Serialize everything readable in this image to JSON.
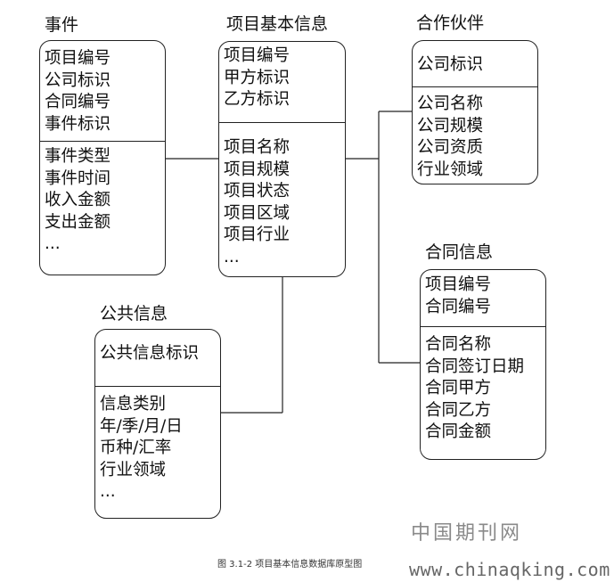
{
  "entities": {
    "event": {
      "title": "事件",
      "keys": [
        "项目编号",
        "公司标识",
        "合同编号",
        "事件标识"
      ],
      "attrs": [
        "事件类型",
        "事件时间",
        "收入金额",
        "支出金额",
        "..."
      ]
    },
    "project": {
      "title": "项目基本信息",
      "keys": [
        "项目编号",
        "甲方标识",
        "乙方标识"
      ],
      "attrs": [
        "项目名称",
        "项目规模",
        "项目状态",
        "项目区域",
        "项目行业",
        "..."
      ]
    },
    "partner": {
      "title": "合作伙伴",
      "keys": [
        "公司标识"
      ],
      "attrs": [
        "公司名称",
        "公司规模",
        "公司资质",
        "行业领域"
      ]
    },
    "contract": {
      "title": "合同信息",
      "keys": [
        "项目编号",
        "合同编号"
      ],
      "attrs": [
        "合同名称",
        "合同签订日期",
        "合同甲方",
        "合同乙方",
        "合同金额"
      ]
    },
    "public": {
      "title": "公共信息",
      "keys": [
        "公共信息标识"
      ],
      "attrs": [
        "信息类别",
        "年/季/月/日",
        "币种/汇率",
        "行业领域",
        "..."
      ]
    }
  },
  "caption": "图 3.1-2  项目基本信息数据库原型图",
  "watermark": {
    "name": "中国期刊网",
    "url": "www.chinaqking.com"
  }
}
